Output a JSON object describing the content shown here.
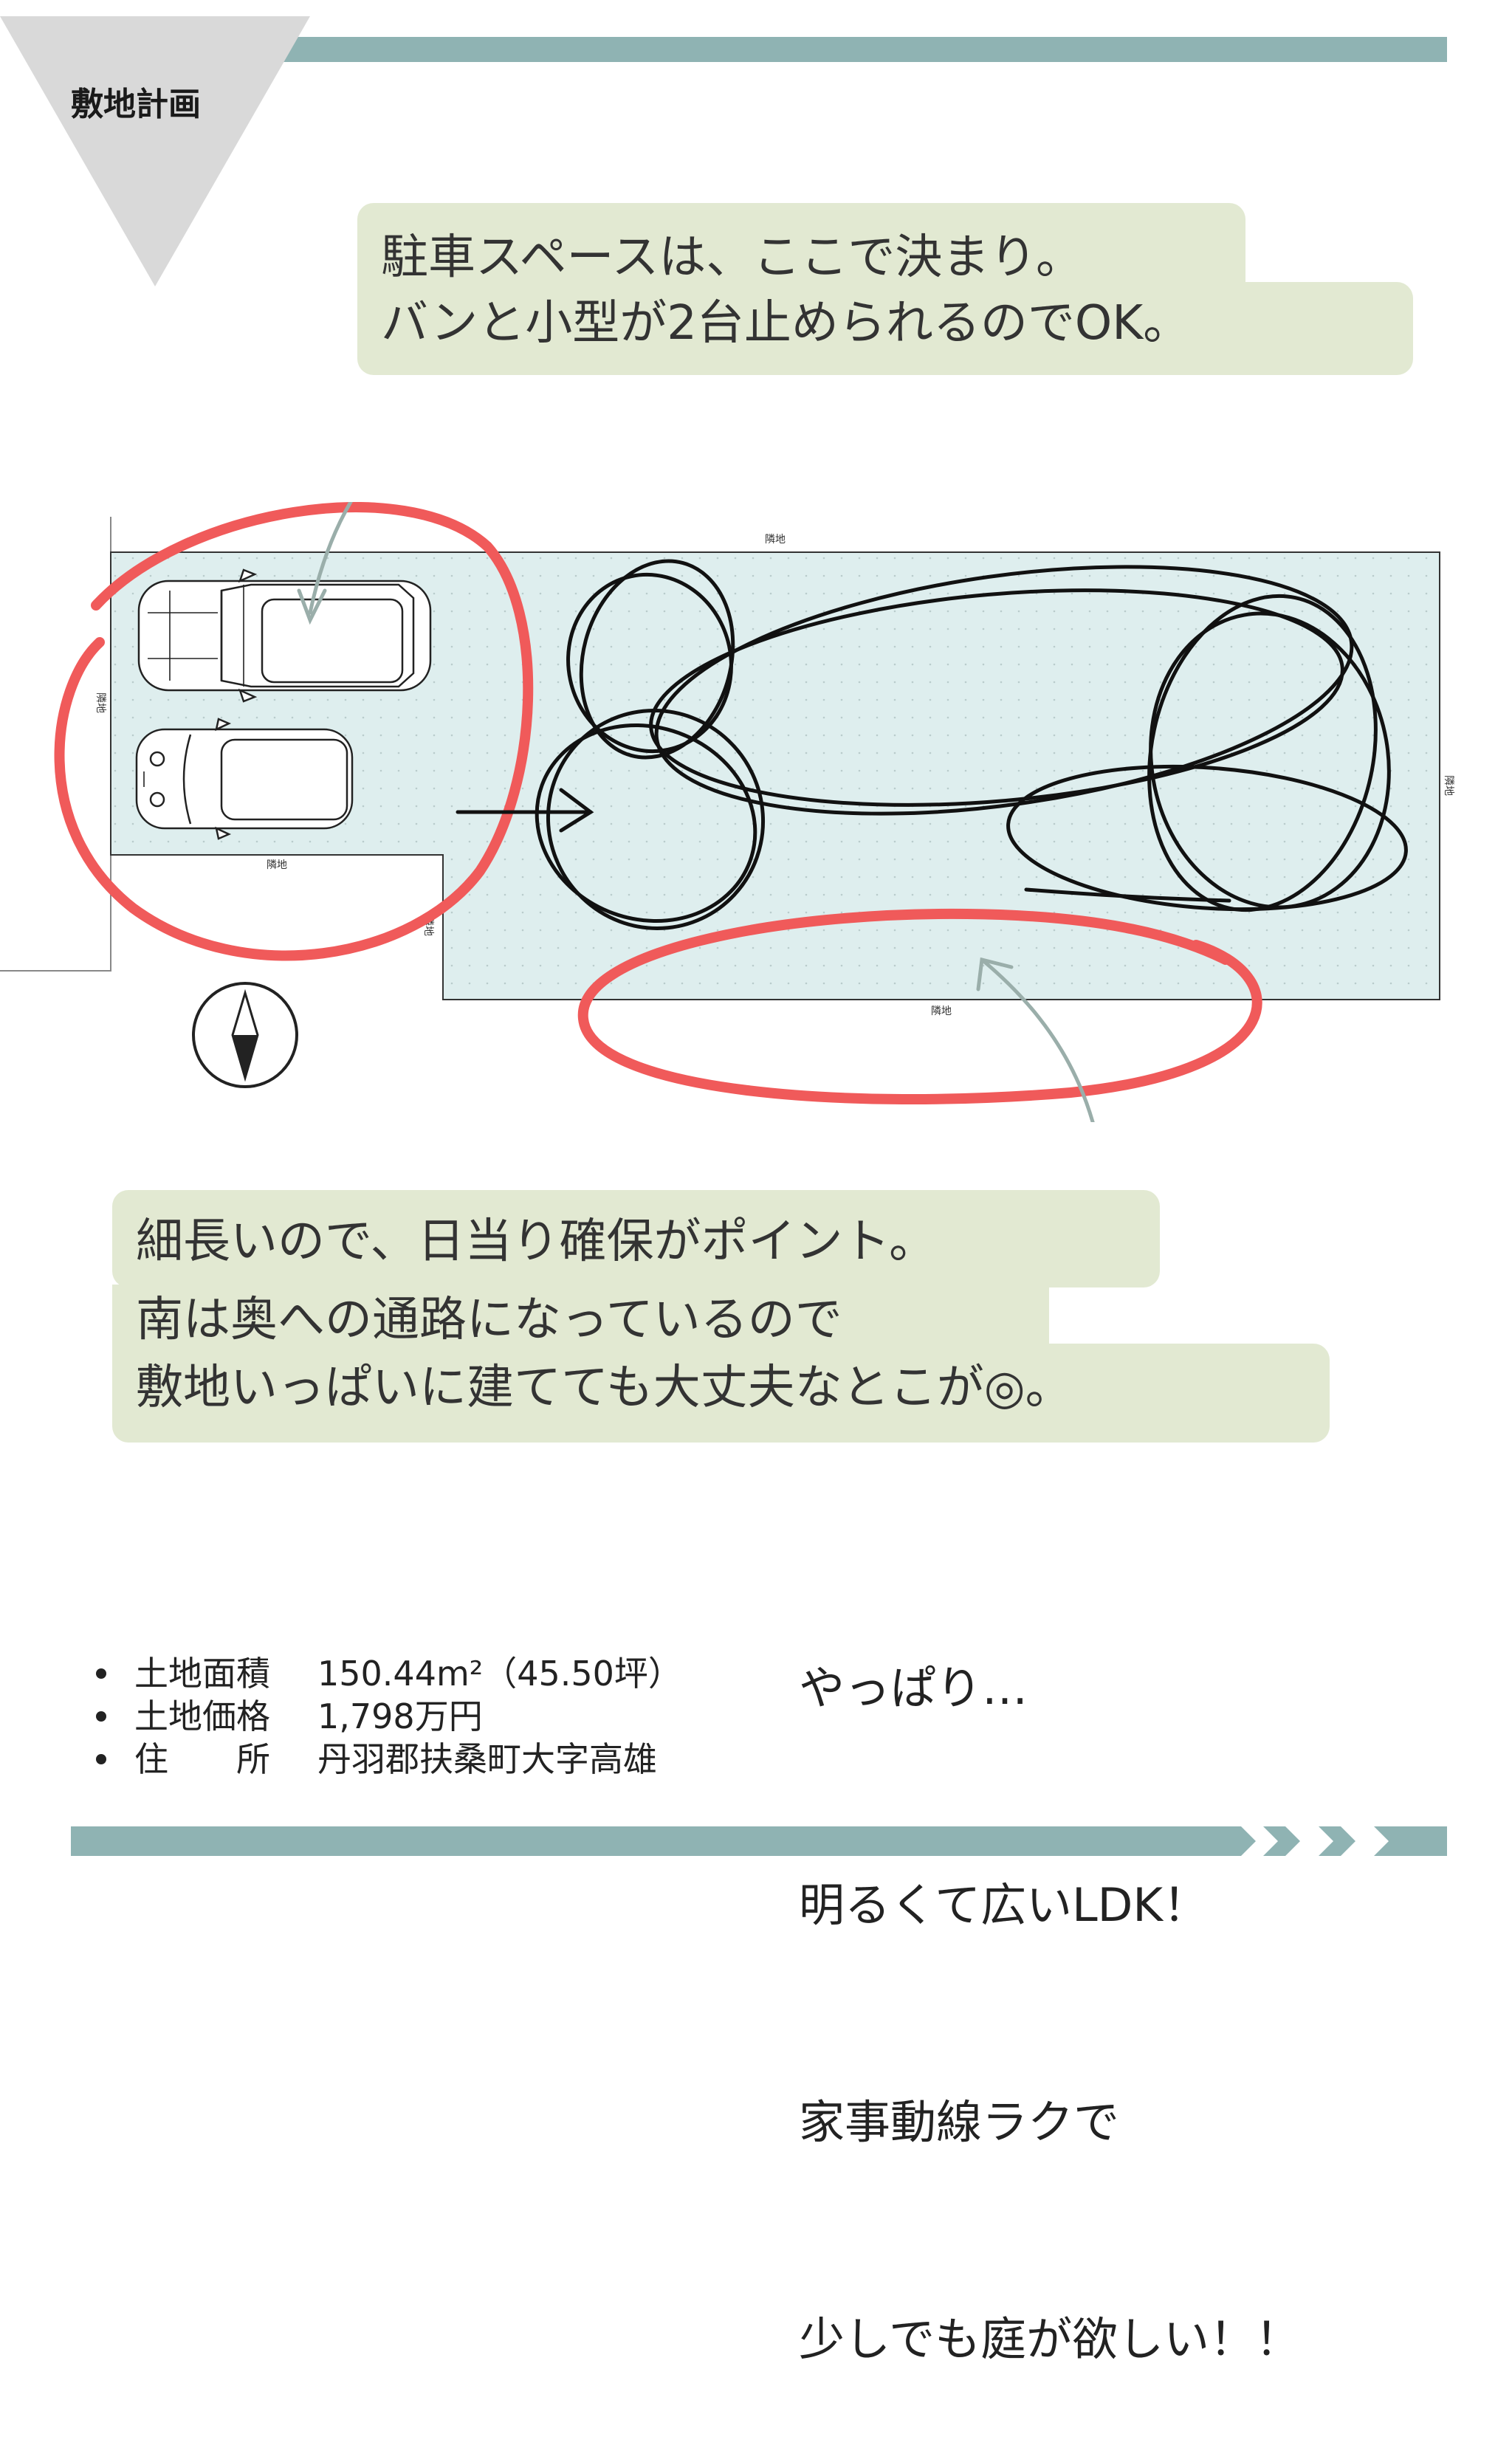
{
  "header": {
    "section_title": "敷地計画",
    "accent_color": "#8fb3b3",
    "corner_color": "#d9d9d9"
  },
  "callouts": {
    "parking": [
      "駐車スペースは、ここで決まり。",
      "バンと小型が2台止められるのでOK。"
    ],
    "sunlight": [
      "細長いので、日当り確保がポイント。",
      "南は奥への通路になっているので",
      "敷地いっぱいに建てても大丈夫なとこが◎。"
    ],
    "bubble_color": "#e2e9d2"
  },
  "site_plan": {
    "labels": {
      "neighbor_top": "隣地",
      "neighbor_parking_bottom": "隣地",
      "neighbor_bottom": "隣地",
      "neighbor_right": "隣地",
      "neighbor_left": "隣地",
      "neighbor_parking_left": "隣地"
    },
    "compass_icon": "north-arrow-icon",
    "car_icons": [
      "van-icon",
      "compact-car-icon"
    ],
    "site_fill": "#deeeee",
    "highlight_color": "#f05a5a"
  },
  "land_info": [
    {
      "label": "土地面積",
      "value": "150.44m²（45.50坪）"
    },
    {
      "label": "土地価格",
      "value": "1,798万円"
    },
    {
      "label": "住　　所",
      "value": "丹羽郡扶桑町大字高雄"
    }
  ],
  "wishes": [
    "やっぱり…",
    "明るくて広いLDK！",
    "家事動線ラクで",
    "少しでも庭が欲しい！！"
  ]
}
